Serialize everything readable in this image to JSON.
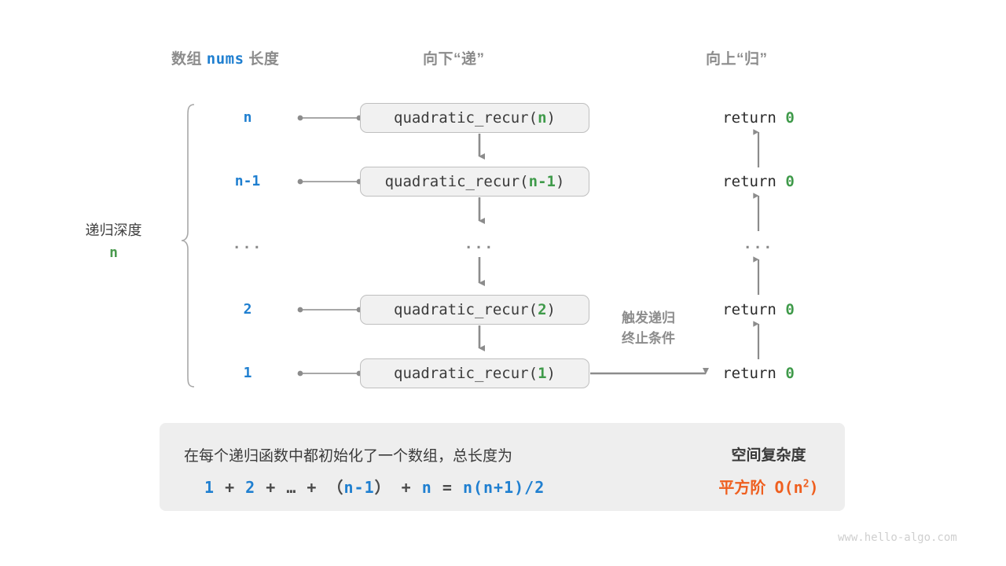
{
  "headers": {
    "left": {
      "pre": "数组 ",
      "mono": "nums",
      "post": " 长度"
    },
    "middle": "向下“递”",
    "right": "向上“归”"
  },
  "depth": {
    "label": "递归深度",
    "value": "n"
  },
  "rows": [
    {
      "size": "n",
      "call_prefix": "quadratic_recur(",
      "call_arg": "n",
      "call_suffix": ")",
      "return_text": "return ",
      "return_value": "0"
    },
    {
      "size": "n-1",
      "call_prefix": "quadratic_recur(",
      "call_arg": "n-1",
      "call_suffix": ")",
      "return_text": "return ",
      "return_value": "0"
    },
    {
      "size": "...",
      "call_prefix": "...",
      "call_arg": "",
      "call_suffix": "",
      "return_text": "...",
      "return_value": ""
    },
    {
      "size": "2",
      "call_prefix": "quadratic_recur(",
      "call_arg": "2",
      "call_suffix": ")",
      "return_text": "return ",
      "return_value": "0"
    },
    {
      "size": "1",
      "call_prefix": "quadratic_recur(",
      "call_arg": "1",
      "call_suffix": ")",
      "return_text": "return ",
      "return_value": "0"
    }
  ],
  "note": {
    "line1": "触发递归",
    "line2": "终止条件"
  },
  "summary": {
    "description": "在每个递归函数中都初始化了一个数组，总长度为",
    "formula_parts": [
      {
        "t": "1",
        "c": "blue"
      },
      {
        "t": " + ",
        "c": "gray"
      },
      {
        "t": "2",
        "c": "blue"
      },
      {
        "t": " + ",
        "c": "gray"
      },
      {
        "t": "…",
        "c": "gray"
      },
      {
        "t": " + ",
        "c": "gray"
      },
      {
        "t": "（",
        "c": "gray"
      },
      {
        "t": "n-1",
        "c": "blue"
      },
      {
        "t": "）",
        "c": "gray"
      },
      {
        "t": " + ",
        "c": "gray"
      },
      {
        "t": "n",
        "c": "blue"
      },
      {
        "t": " = ",
        "c": "gray"
      },
      {
        "t": "n(n+1)/2",
        "c": "blue"
      }
    ],
    "result_title": "空间复杂度",
    "result_value_cn": "平方阶",
    "result_value_big_o": "O(n²)"
  },
  "watermark": "www.hello-algo.com",
  "colors": {
    "blue": "#1f7fd0",
    "green": "#3f9a4a",
    "orange": "#ef5f1f",
    "gray_text": "#8c8c8c",
    "box_fill": "#f1f1f1",
    "box_border": "#bfbfbf",
    "panel_fill": "#eeeeee",
    "arrow": "#8c8c8c"
  }
}
